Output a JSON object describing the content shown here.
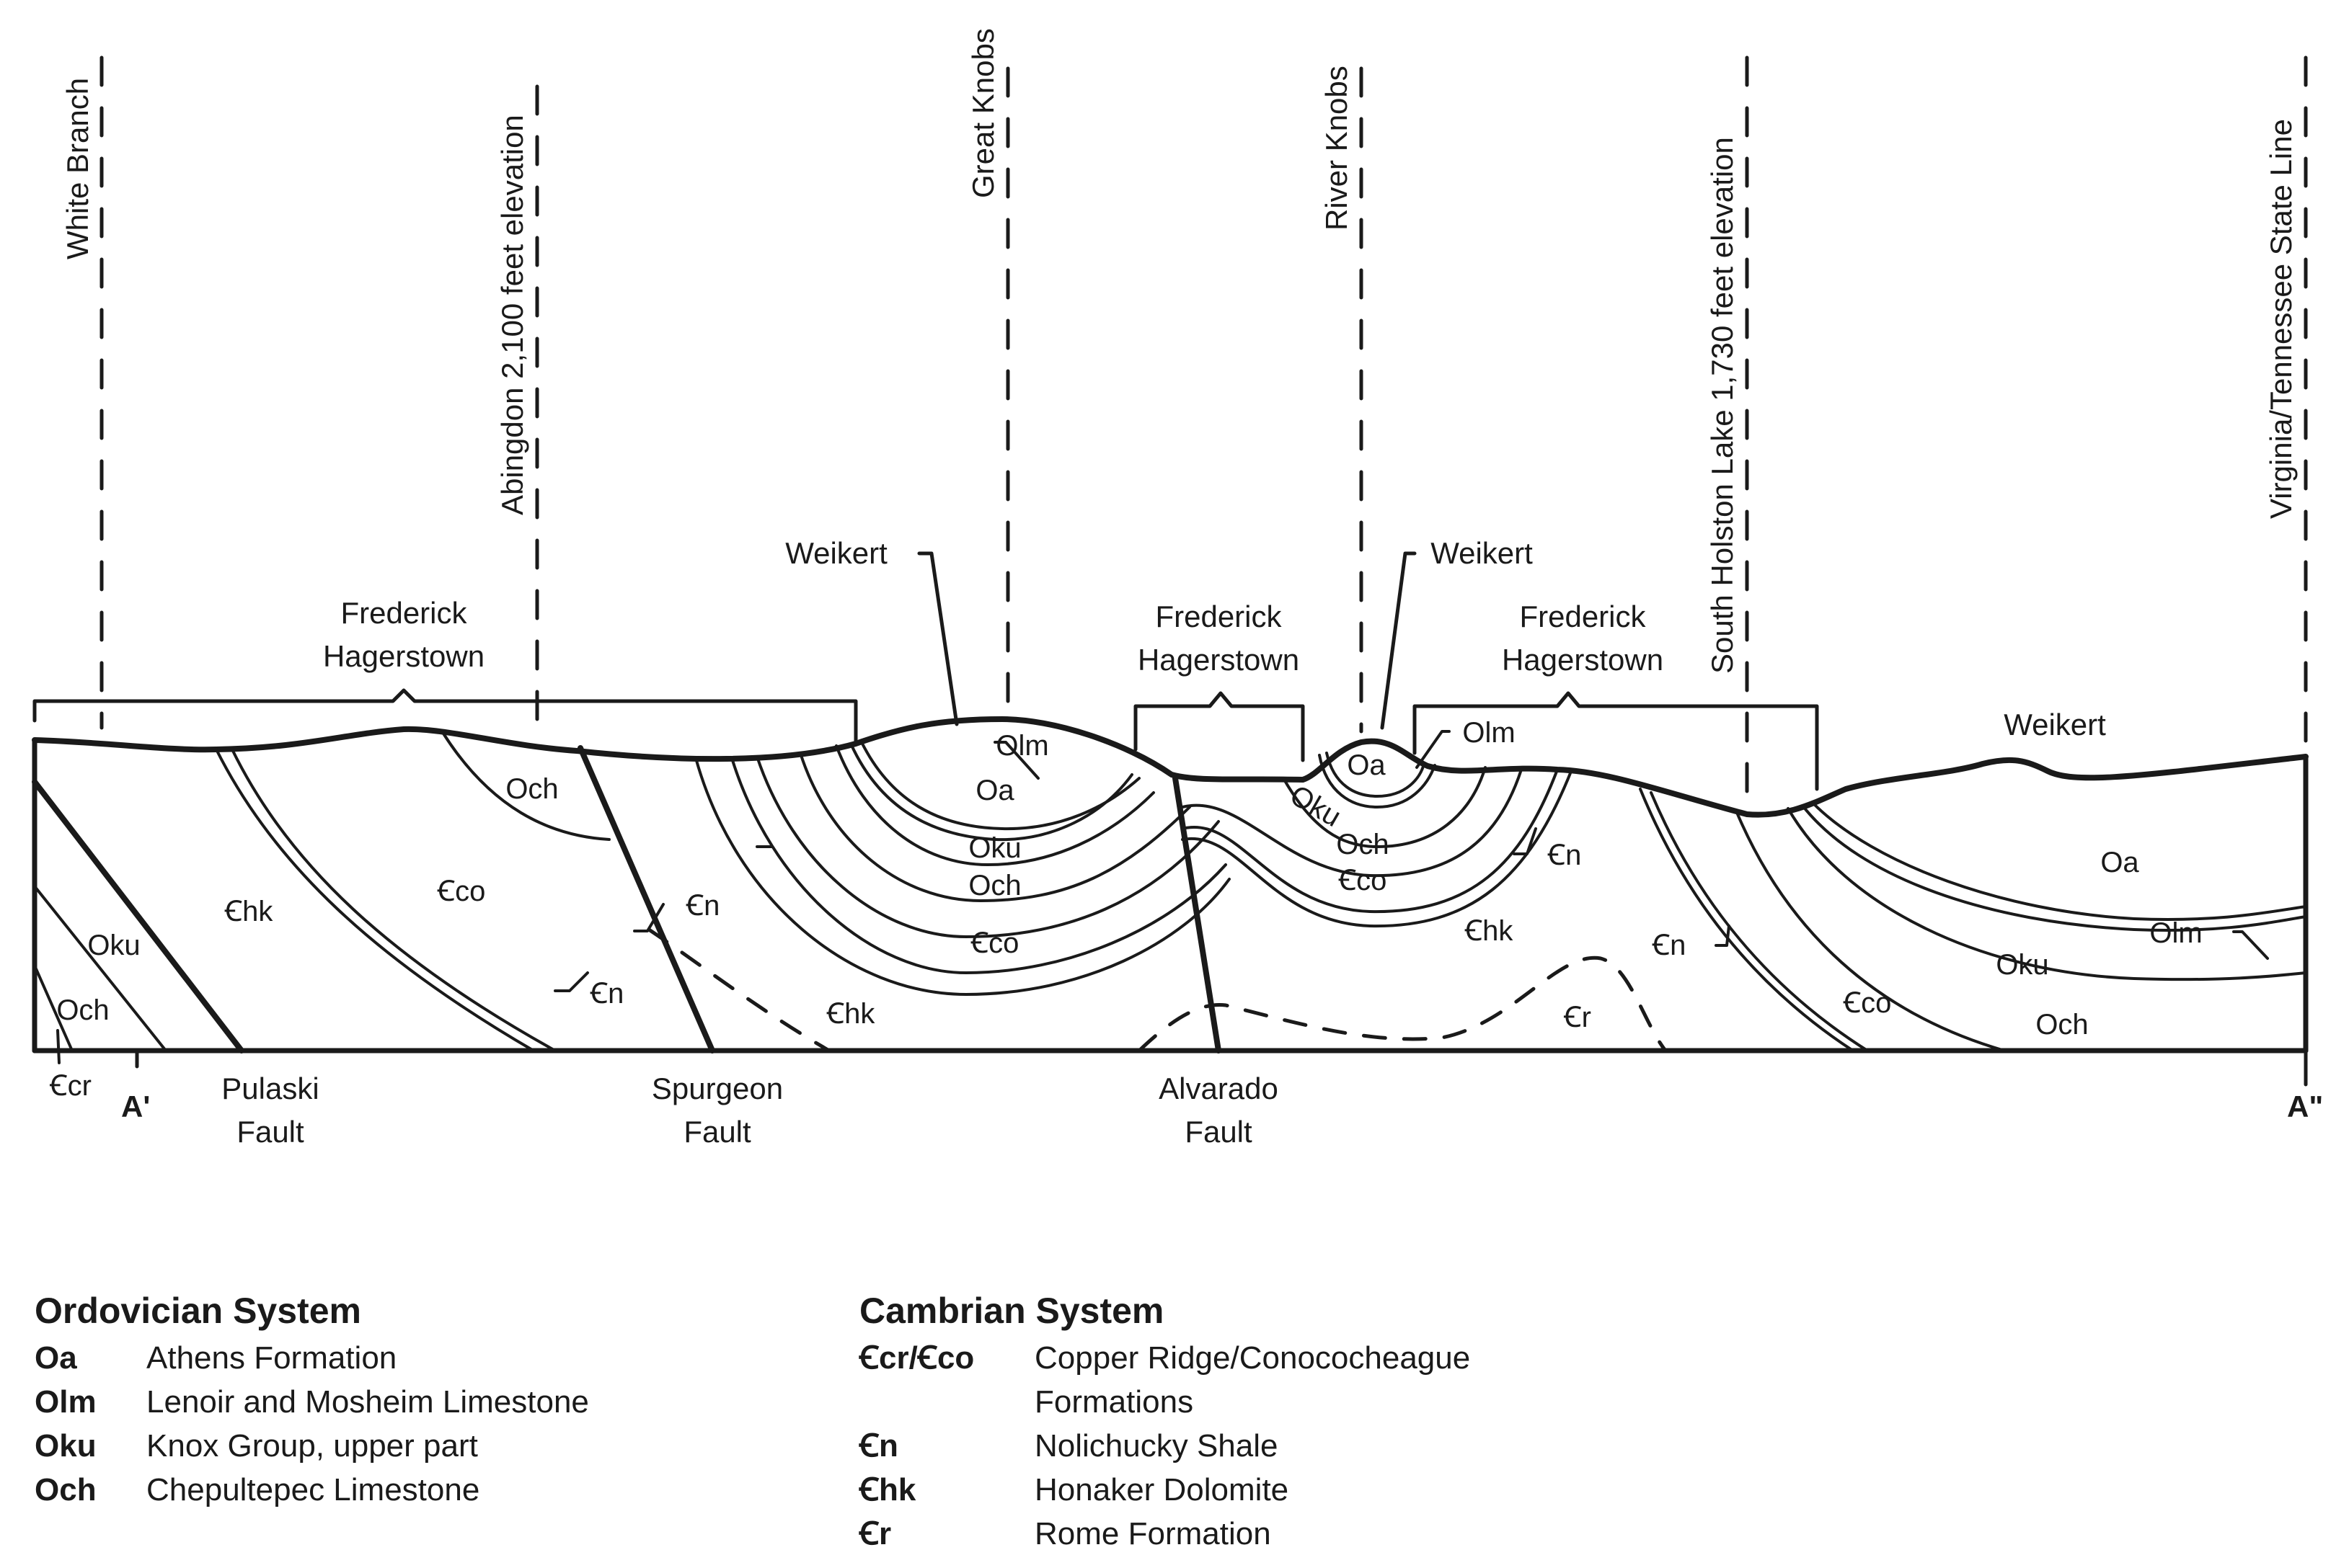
{
  "diagram": {
    "type": "geologic-cross-section",
    "section_ends": {
      "left": "A'",
      "right": "A\""
    },
    "locality_markers": [
      {
        "id": "white-branch",
        "label": "White Branch"
      },
      {
        "id": "abingdon",
        "label": "Abingdon 2,100 feet elevation"
      },
      {
        "id": "great-knobs",
        "label": "Great Knobs"
      },
      {
        "id": "river-knobs",
        "label": "River Knobs"
      },
      {
        "id": "south-holston",
        "label": "South Holston Lake 1,730 feet elevation"
      },
      {
        "id": "state-line",
        "label": "Virginia/Tennessee State Line"
      }
    ],
    "soil_labels": {
      "fh1_line1": "Frederick",
      "fh1_line2": "Hagerstown",
      "fh2_line1": "Frederick",
      "fh2_line2": "Hagerstown",
      "fh3_line1": "Frederick",
      "fh3_line2": "Hagerstown",
      "weikert1": "Weikert",
      "weikert2": "Weikert",
      "weikert3": "Weikert"
    },
    "faults": {
      "pulaski_1": "Pulaski",
      "pulaski_2": "Fault",
      "spurgeon_1": "Spurgeon",
      "spurgeon_2": "Fault",
      "alvarado_1": "Alvarado",
      "alvarado_2": "Fault"
    },
    "unit_labels": {
      "oku_left": "Oku",
      "och_left": "Och",
      "ccr_left": "Ꞓcr",
      "chk_1": "Ꞓhk",
      "cco_1": "Ꞓco",
      "och_1": "Och",
      "cn_1": "Ꞓn",
      "cn_2": "Ꞓn",
      "chk_2": "Ꞓhk",
      "olm_gk": "Olm",
      "oa_gk": "Oa",
      "oku_gk": "Oku",
      "och_gk": "Och",
      "cco_gk": "Ꞓco",
      "oa_rk": "Oa",
      "olm_rk": "Olm",
      "oku_rk": "Oku",
      "och_rk": "Och",
      "cco_rk": "Ꞓco",
      "cn_rk": "Ꞓn",
      "chk_3": "Ꞓhk",
      "cn_3": "Ꞓn",
      "cr_3": "Ꞓr",
      "cco_r": "Ꞓco",
      "oku_r": "Oku",
      "och_r": "Och",
      "oa_r": "Oa",
      "olm_r": "Olm"
    }
  },
  "legend": {
    "ordovician": {
      "title": "Ordovician System",
      "items": [
        {
          "code": "Oa",
          "name": "Athens Formation"
        },
        {
          "code": "Olm",
          "name": "Lenoir and Mosheim Limestone"
        },
        {
          "code": "Oku",
          "name": "Knox Group, upper part"
        },
        {
          "code": "Och",
          "name": "Chepultepec Limestone"
        }
      ]
    },
    "cambrian": {
      "title": "Cambrian System",
      "items": [
        {
          "code": "Ꞓcr/Ꞓco",
          "name": "Copper Ridge/Conococheague"
        },
        {
          "code": "",
          "name": "Formations"
        },
        {
          "code": "Ꞓn",
          "name": "Nolichucky Shale"
        },
        {
          "code": "Ꞓhk",
          "name": "Honaker Dolomite"
        },
        {
          "code": "Ꞓr",
          "name": "Rome Formation"
        }
      ]
    }
  }
}
